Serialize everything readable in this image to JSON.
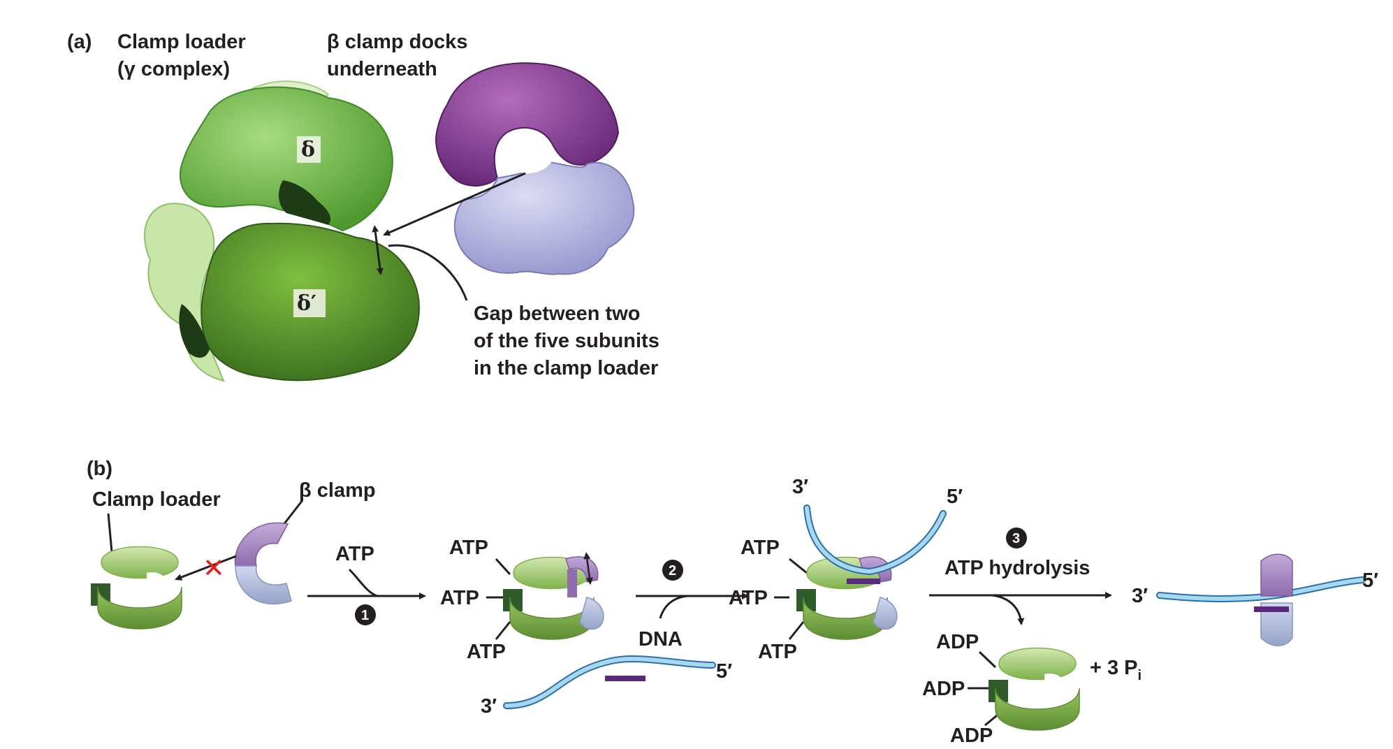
{
  "panel_a": {
    "tag": "(a)",
    "clamp_loader_line1": "Clamp loader",
    "clamp_loader_line2": "(γ complex)",
    "beta_docks_line1": "β clamp docks",
    "beta_docks_line2": "underneath",
    "delta_label": "δ",
    "delta_prime_label": "δ′",
    "gap_line1": "Gap between two",
    "gap_line2": "of the five subunits",
    "gap_line3": "in the clamp loader"
  },
  "panel_b": {
    "tag": "(b)",
    "clamp_loader_label": "Clamp loader",
    "beta_clamp_label": "β clamp",
    "step1_input": "ATP",
    "step1_number": "1",
    "state2_atp_top": "ATP",
    "state2_atp_mid": "ATP",
    "state2_atp_bottom": "ATP",
    "step2_number": "2",
    "step2_input": "DNA",
    "dna_free_3prime": "3′",
    "dna_free_5prime": "5′",
    "state3_atp_top": "ATP",
    "state3_atp_mid": "ATP",
    "state3_atp_bottom": "ATP",
    "state3_3prime": "3′",
    "state3_5prime": "5′",
    "step3_number": "3",
    "step3_label": "ATP hydrolysis",
    "adp_top": "ADP",
    "adp_mid": "ADP",
    "adp_bottom": "ADP",
    "pi_label": "+ 3 P",
    "pi_subscript": "i",
    "final_3prime": "3′",
    "final_5prime": "5′"
  },
  "colors": {
    "loader_green_light": "#c7dfa0",
    "loader_green_mid": "#8fc35d",
    "loader_green_dark": "#3f6e2a",
    "loader_block": "#2f5a2a",
    "clamp_purple": "#a88ec0",
    "clamp_blue": "#b4bedc",
    "dna_blue": "#a8d8f0",
    "dna_outline": "#2c6fa8",
    "primer_purple": "#5a2a7a",
    "surface_green": "#78c35f",
    "surface_dark_green": "#4f9a2f",
    "surface_purple": "#8a3f96",
    "surface_lavender": "#b9b9e6",
    "inhibit_red": "#e2231a"
  }
}
